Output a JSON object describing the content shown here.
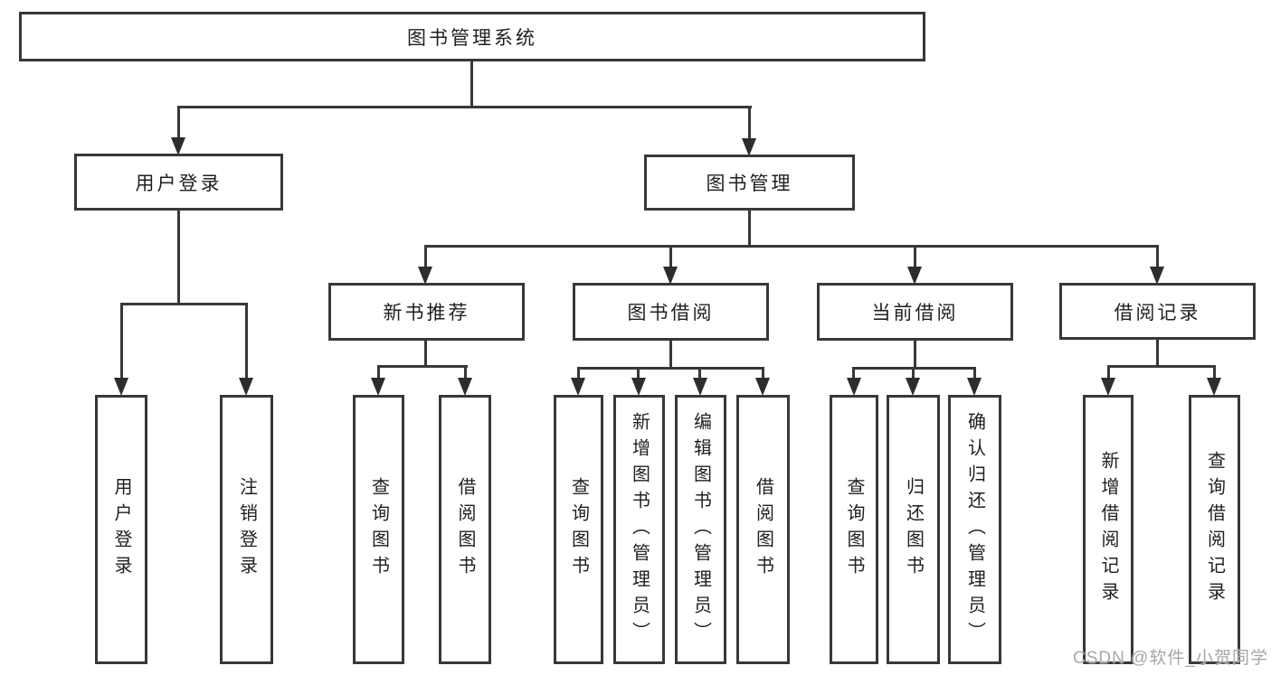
{
  "tree": {
    "root_label": "图书管理系统",
    "user": {
      "label": "用户登录",
      "leaves": [
        "用户登录",
        "注销登录"
      ]
    },
    "mgmt": {
      "label": "图书管理",
      "groups": [
        {
          "label": "新书推荐",
          "leaves": [
            "查询图书",
            "借阅图书"
          ]
        },
        {
          "label": "图书借阅",
          "leaves": [
            "查询图书",
            "新增图书（管理员）",
            "编辑图书（管理员）",
            "借阅图书"
          ]
        },
        {
          "label": "当前借阅",
          "leaves": [
            "查询图书",
            "归还图书",
            "确认归还（管理员）"
          ]
        },
        {
          "label": "借阅记录",
          "leaves": [
            "新增借阅记录",
            "查询借阅记录"
          ]
        }
      ]
    }
  },
  "watermark": {
    "text": "CSDN @软件_小贺同学"
  },
  "colors": {
    "line": "#383838",
    "arrow": "#2d2d2d",
    "border": "#383838",
    "text": "#1f1f1f",
    "watermark": "#a8a8a8",
    "background": "#ffffff"
  }
}
